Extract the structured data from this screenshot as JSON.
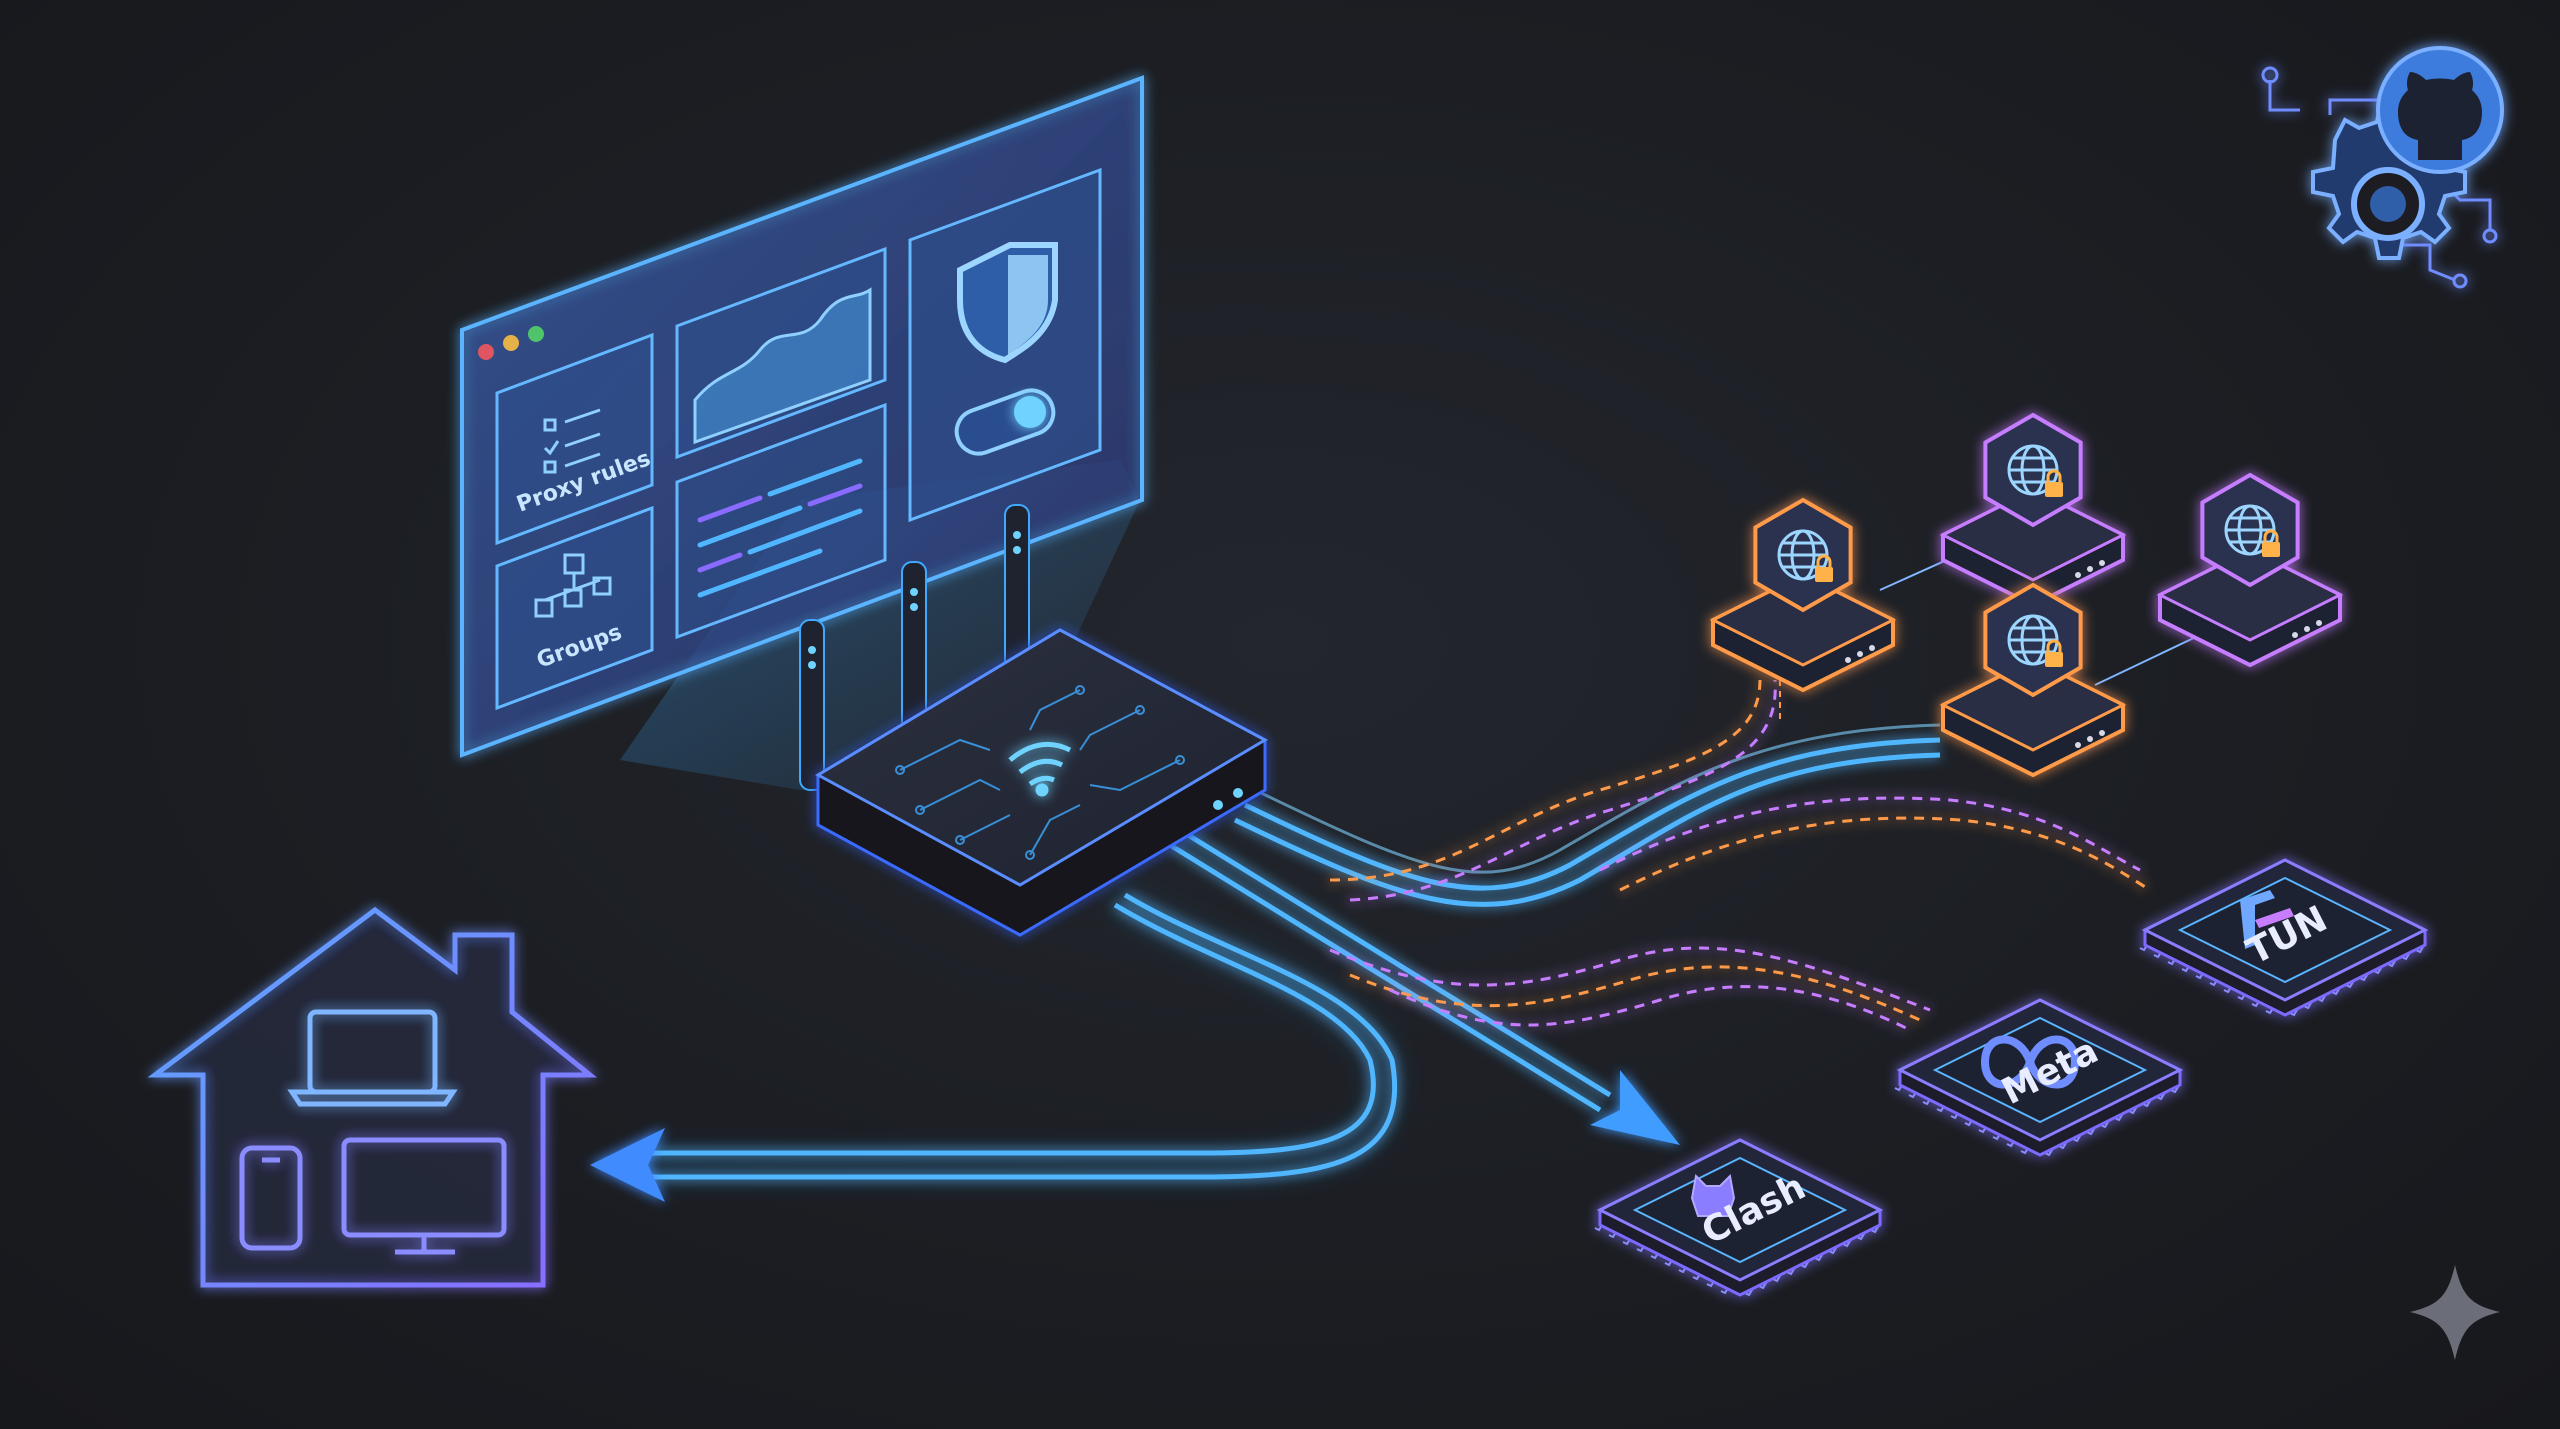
{
  "dashboard": {
    "window_dots": [
      "#e05561",
      "#e5b24a",
      "#4fc46b"
    ],
    "cards": [
      {
        "id": "proxy-rules",
        "label": "Proxy rules",
        "icon": "checklist-icon"
      },
      {
        "id": "traffic-graph",
        "label": "",
        "icon": "area-chart-icon"
      },
      {
        "id": "shield",
        "label": "",
        "icon": "shield-icon"
      },
      {
        "id": "groups",
        "label": "Groups",
        "icon": "hierarchy-icon"
      },
      {
        "id": "logs",
        "label": "",
        "icon": "log-lines-icon"
      },
      {
        "id": "toggle",
        "label": "",
        "icon": "toggle-switch-icon"
      }
    ]
  },
  "router": {
    "icon": "wifi-icon",
    "antennas": 3
  },
  "home": {
    "devices": [
      "laptop-icon",
      "phone-icon",
      "monitor-icon"
    ]
  },
  "proxy_nodes": [
    {
      "id": "node-1",
      "color": "#ff9a4a",
      "icon": "globe-lock-icon"
    },
    {
      "id": "node-2",
      "color": "#c77dff",
      "icon": "globe-lock-icon"
    },
    {
      "id": "node-3",
      "color": "#ff9a4a",
      "icon": "globe-lock-icon"
    },
    {
      "id": "node-4",
      "color": "#c77dff",
      "icon": "globe-lock-icon"
    }
  ],
  "chips": [
    {
      "id": "clash",
      "label": "Clash",
      "icon": "cat-icon"
    },
    {
      "id": "meta",
      "label": "Meta",
      "icon": "infinity-icon"
    },
    {
      "id": "tun",
      "label": "TUN",
      "icon": "tun-logo-icon"
    }
  ],
  "corner_logo": {
    "icon": "github-gear-icon"
  },
  "watermark": {
    "icon": "sparkle-icon"
  },
  "colors": {
    "background": "#1b1d22",
    "blue_glow": "#3fa9ff",
    "cyan": "#52d4ff",
    "purple": "#8a6bff",
    "orange": "#ff9a4a",
    "magenta": "#c77dff"
  }
}
